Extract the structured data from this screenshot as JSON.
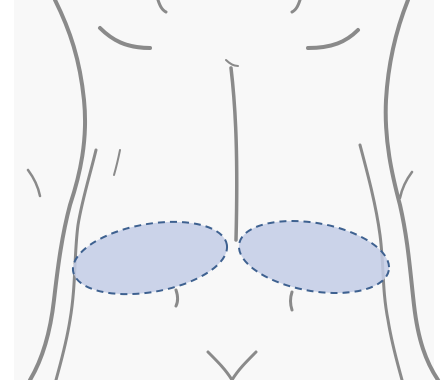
{
  "figure": {
    "subject": "lower-back-torso-outline",
    "colors": {
      "background": "#ffffff",
      "inner_panel": "#f8f8f8",
      "outline": "#8a8a8a",
      "outline_dark": "#6f6f6f",
      "highlight_fill": "#c3cde6",
      "highlight_stroke": "#3e6190"
    },
    "highlight_zones": [
      {
        "name": "left-flank-zone"
      },
      {
        "name": "right-flank-zone"
      }
    ]
  }
}
